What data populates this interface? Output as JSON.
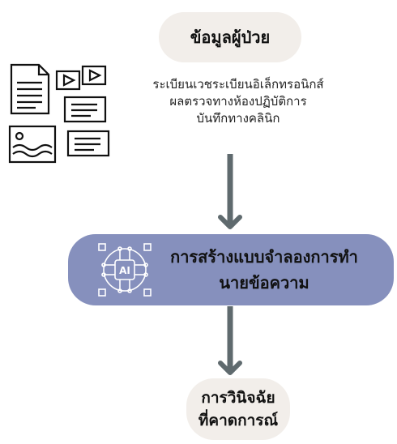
{
  "nodes": {
    "patient_data": "ข้อมูลผู้ป่วย",
    "sources": [
      "ระเบียนเวชระเบียนอิเล็กทรอนิกส์",
      "ผลตรวจทางห้องปฏิบัติการ",
      "บันทึกทางคลินิก"
    ],
    "model": {
      "line1": "การสร้างแบบจำลองการทำ",
      "line2": "นายข้อความ"
    },
    "diagnosis": {
      "line1": "การวินิจฉัย",
      "line2": "ที่คาดการณ์"
    }
  },
  "icons": {
    "document": "document-icon",
    "video": "video-play-icon",
    "text_card": "text-card-icon",
    "image": "image-icon",
    "ai_chip": "ai-chip-icon",
    "ai_chip_label": "AI"
  },
  "colors": {
    "pill_light": "#f2eeea",
    "pill_accent": "#8690bd",
    "arrow": "#5f6a6e"
  }
}
